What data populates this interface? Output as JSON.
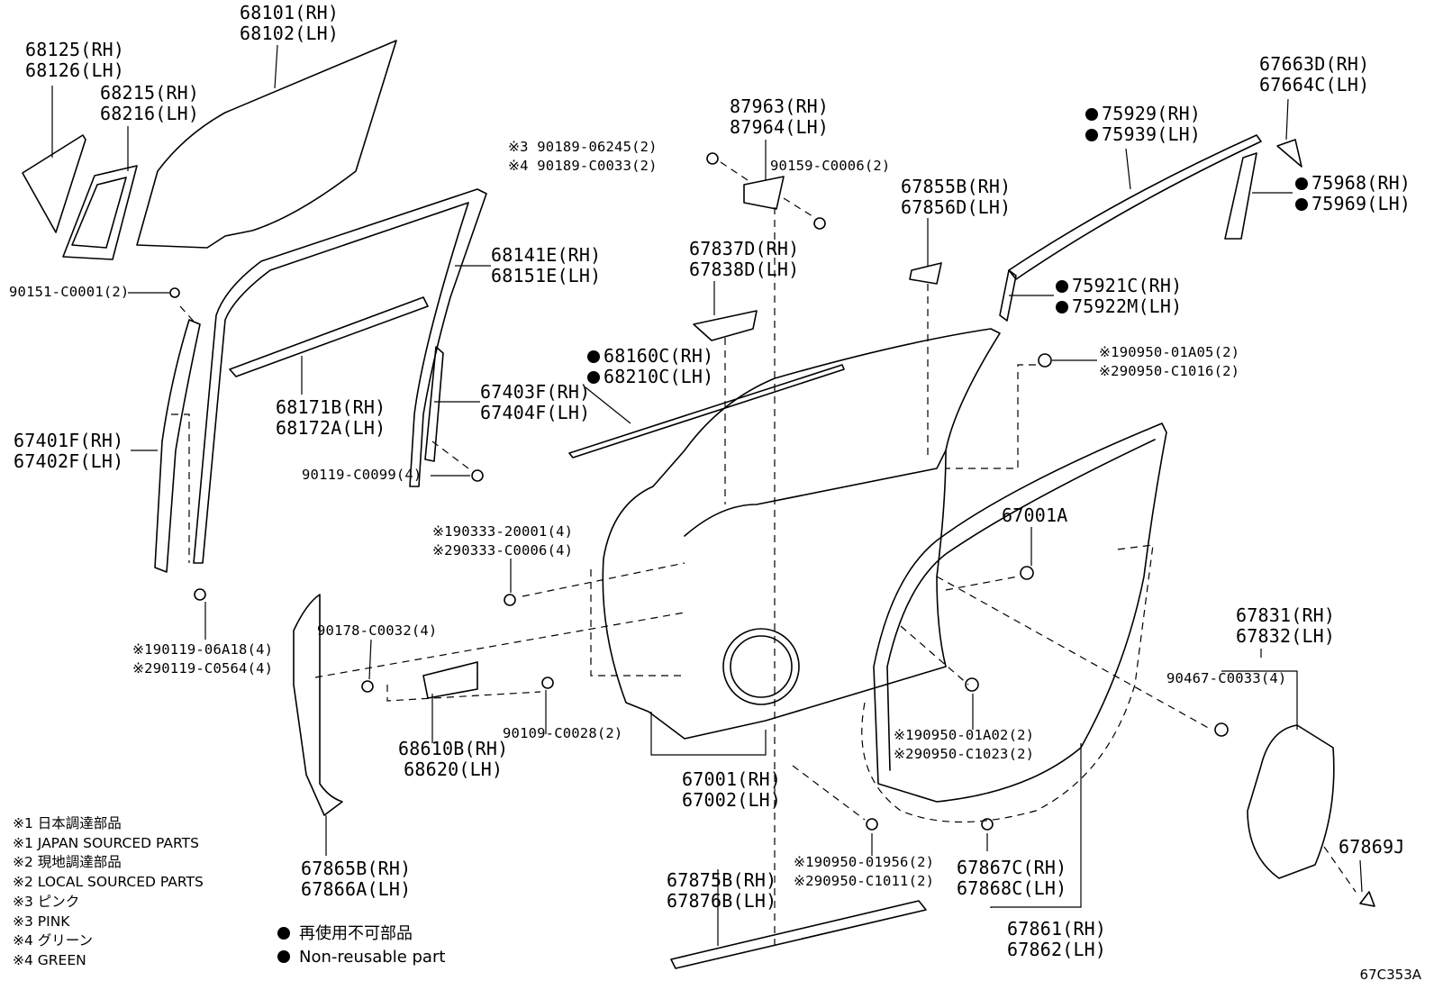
{
  "parts": {
    "p68101": [
      "68101(RH)",
      "68102(LH)"
    ],
    "p68125": [
      "68125(RH)",
      "68126(LH)"
    ],
    "p68215": [
      "68215(RH)",
      "68216(LH)"
    ],
    "p87963": [
      "87963(RH)",
      "87964(LH)"
    ],
    "p90189": [
      "※3 90189-06245(2)",
      "※4 90189-C0033(2)"
    ],
    "p90159": "90159-C0006(2)",
    "p67663": [
      "67663D(RH)",
      "67664C(LH)"
    ],
    "p75929": [
      "75929(RH)",
      "75939(LH)"
    ],
    "p75968": [
      "75968(RH)",
      "75969(LH)"
    ],
    "p67855": [
      "67855B(RH)",
      "67856D(LH)"
    ],
    "p90151": "90151-C0001(2)",
    "p68141": [
      "68141E(RH)",
      "68151E(LH)"
    ],
    "p67837": [
      "67837D(RH)",
      "67838D(LH)"
    ],
    "p75921": [
      "75921C(RH)",
      "75922M(LH)"
    ],
    "p190950a": [
      "※190950-01A05(2)",
      "※290950-C1016(2)"
    ],
    "p68160": [
      "68160C(RH)",
      "68210C(LH)"
    ],
    "p68171": [
      "68171B(RH)",
      "68172A(LH)"
    ],
    "p67403": [
      "67403F(RH)",
      "67404F(LH)"
    ],
    "p67401": [
      "67401F(RH)",
      "67402F(LH)"
    ],
    "p90119": "90119-C0099(4)",
    "p67001a": "67001A",
    "p190333": [
      "※190333-20001(4)",
      "※290333-C0006(4)"
    ],
    "p90178": "90178-C0032(4)",
    "p190119": [
      "※190119-06A18(4)",
      "※290119-C0564(4)"
    ],
    "p67831": [
      "67831(RH)",
      "67832(LH)"
    ],
    "p90467": "90467-C0033(4)",
    "p68610": [
      "68610B(RH)",
      "68620(LH)"
    ],
    "p90109": "90109-C0028(2)",
    "p190950b": [
      "※190950-01A02(2)",
      "※290950-C1023(2)"
    ],
    "p67001": [
      "67001(RH)",
      "67002(LH)"
    ],
    "p67869": "67869J",
    "p67865": [
      "67865B(RH)",
      "67866A(LH)"
    ],
    "p190950c": [
      "※190950-01956(2)",
      "※290950-C1011(2)"
    ],
    "p67867": [
      "67867C(RH)",
      "67868C(LH)"
    ],
    "p67875": [
      "67875B(RH)",
      "67876B(LH)"
    ],
    "p67861": [
      "67861(RH)",
      "67862(LH)"
    ]
  },
  "legend": {
    "l1": "※1 日本調達部品",
    "l2": "※1 JAPAN SOURCED PARTS",
    "l3": "※2 現地調達部品",
    "l4": "※2 LOCAL SOURCED PARTS",
    "l5": "※3 ピンク",
    "l6": "※3 PINK",
    "l7": "※4 グリーン",
    "l8": "※4 GREEN"
  },
  "nonreusable": {
    "jp": "再使用不可部品",
    "en": "Non-reusable part"
  },
  "ref_code": "67C353A"
}
